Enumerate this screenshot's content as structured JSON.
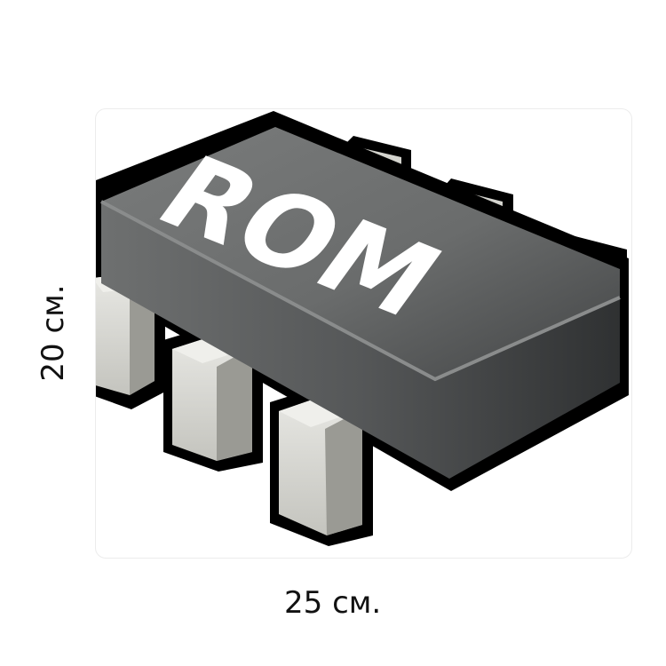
{
  "product": {
    "chip_label": "ROM",
    "width_label": "25 см.",
    "height_label": "20 см."
  },
  "colors": {
    "outline": "#000000",
    "body_top": "#6a6c6c",
    "body_front": "#3f4142",
    "pin_light": "#e4e4e0",
    "pin_mid": "#c9c9c3",
    "pin_dark": "#9a9a94",
    "label": "#ffffff"
  },
  "icons": [
    "rom-chip-illustration"
  ]
}
